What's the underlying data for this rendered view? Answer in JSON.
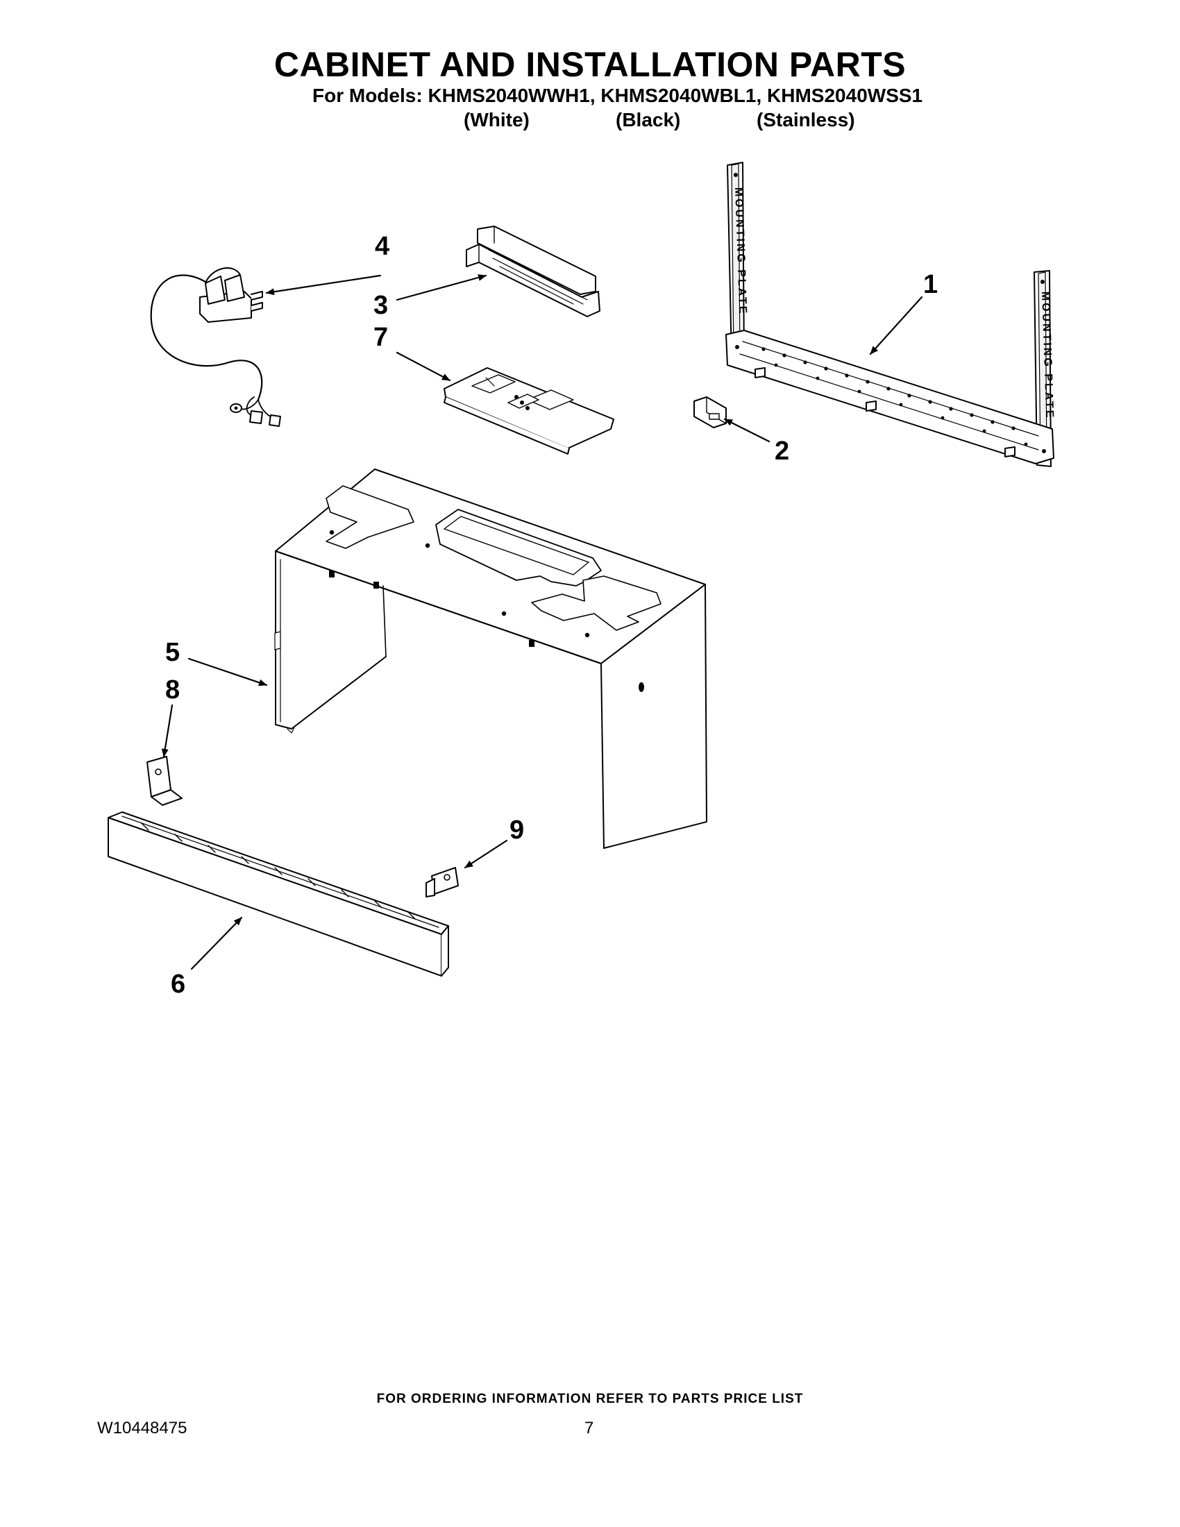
{
  "header": {
    "title": "CABINET AND INSTALLATION PARTS",
    "models_label": "For Models:",
    "models": [
      "KHMS2040WWH1,",
      "KHMS2040WBL1,",
      "KHMS2040WSS1"
    ],
    "variants": [
      "(White)",
      "(Black)",
      "(Stainless)"
    ]
  },
  "diagram": {
    "callouts": [
      "1",
      "2",
      "3",
      "4",
      "5",
      "6",
      "7",
      "8",
      "9"
    ],
    "plate_text": "MOUNTING PLATE"
  },
  "footer": {
    "note": "FOR ORDERING INFORMATION REFER TO PARTS PRICE LIST",
    "doc_number": "W10448475",
    "page_number": "7"
  }
}
